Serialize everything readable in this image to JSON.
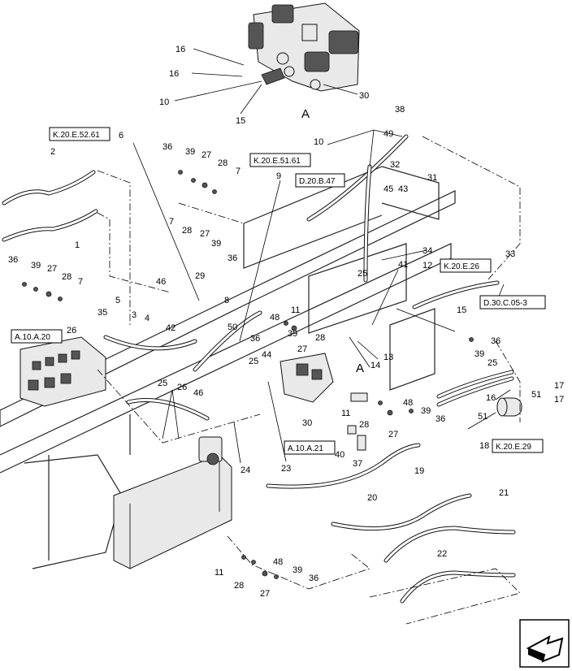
{
  "view_letter": "A",
  "callouts": [
    "16",
    "16",
    "10",
    "15",
    "30",
    "38",
    "49",
    "10",
    "32",
    "45",
    "43",
    "31",
    "36",
    "39",
    "27",
    "28",
    "7",
    "6",
    "2",
    "1",
    "36",
    "39",
    "27",
    "28",
    "7",
    "9",
    "7",
    "28",
    "27",
    "39",
    "36",
    "34",
    "33",
    "41",
    "12",
    "25",
    "46",
    "5",
    "29",
    "8",
    "11",
    "48",
    "15",
    "35",
    "3",
    "4",
    "42",
    "26",
    "36",
    "50",
    "39",
    "28",
    "27",
    "13",
    "14",
    "36",
    "39",
    "25",
    "25",
    "26",
    "46",
    "44",
    "25",
    "17",
    "51",
    "17",
    "16",
    "11",
    "48",
    "39",
    "36",
    "28",
    "27",
    "51",
    "18",
    "40",
    "37",
    "30",
    "24",
    "23",
    "19",
    "20",
    "21",
    "22",
    "11",
    "48",
    "28",
    "39",
    "27",
    "36"
  ],
  "reference_codes": [
    "K.20.E.52.61",
    "K.20.E.51.61",
    "D.20.B.47",
    "K.20.E.26",
    "D.30.C.05-3",
    "A.10.A.20",
    "A.10.A.21",
    "K.20.E.29"
  ],
  "nav_icon": "next-page-arrow-icon"
}
